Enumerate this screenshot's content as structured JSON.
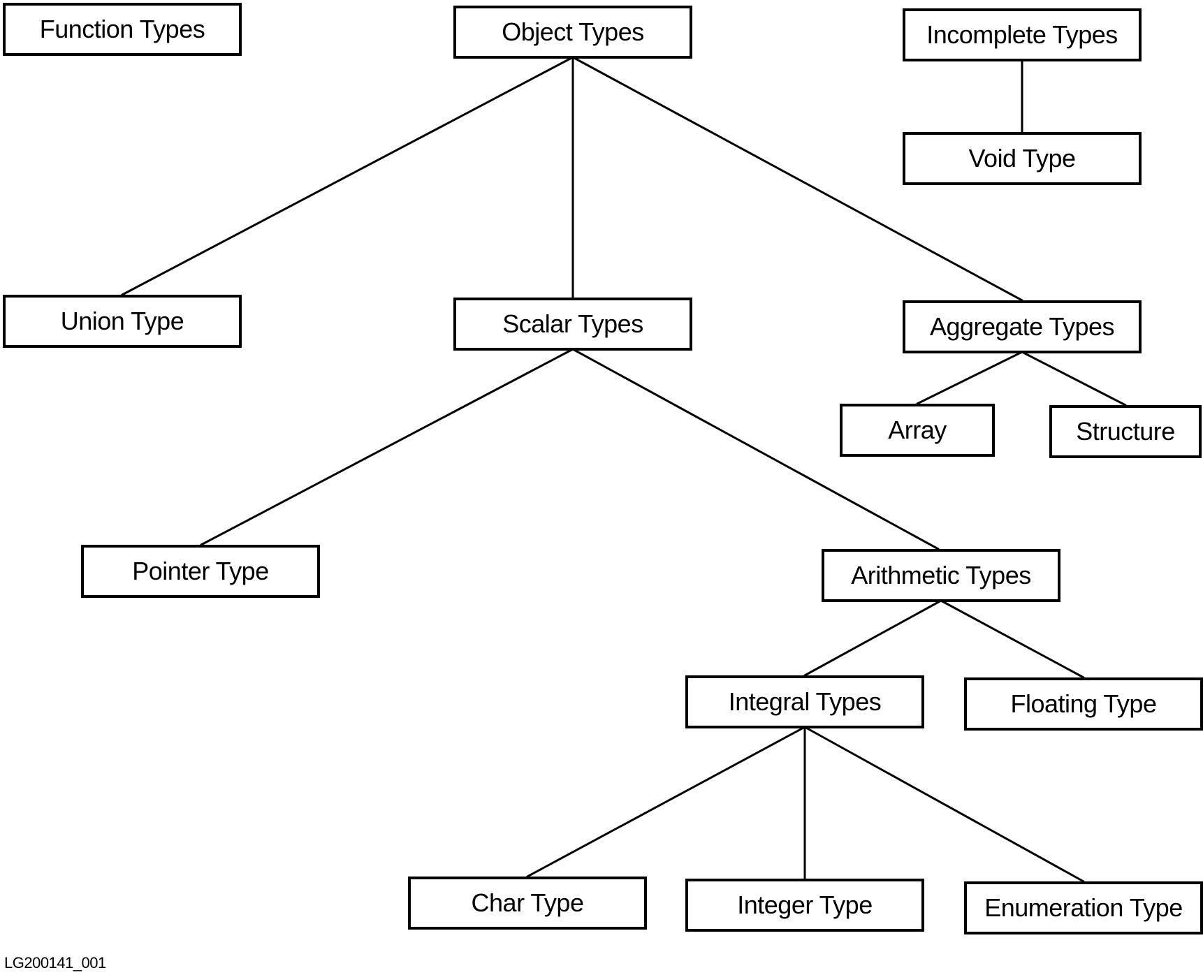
{
  "nodes": {
    "function_types": "Function Types",
    "object_types": "Object Types",
    "incomplete_types": "Incomplete Types",
    "void_type": "Void Type",
    "union_type": "Union Type",
    "scalar_types": "Scalar Types",
    "aggregate_types": "Aggregate Types",
    "array": "Array",
    "structure": "Structure",
    "pointer_type": "Pointer Type",
    "arithmetic_types": "Arithmetic Types",
    "integral_types": "Integral Types",
    "floating_type": "Floating Type",
    "char_type": "Char Type",
    "integer_type": "Integer Type",
    "enumeration_type": "Enumeration Type"
  },
  "edges": [
    [
      "object_types",
      "union_type"
    ],
    [
      "object_types",
      "scalar_types"
    ],
    [
      "object_types",
      "aggregate_types"
    ],
    [
      "incomplete_types",
      "void_type"
    ],
    [
      "scalar_types",
      "pointer_type"
    ],
    [
      "scalar_types",
      "arithmetic_types"
    ],
    [
      "aggregate_types",
      "array"
    ],
    [
      "aggregate_types",
      "structure"
    ],
    [
      "arithmetic_types",
      "integral_types"
    ],
    [
      "arithmetic_types",
      "floating_type"
    ],
    [
      "integral_types",
      "char_type"
    ],
    [
      "integral_types",
      "integer_type"
    ],
    [
      "integral_types",
      "enumeration_type"
    ]
  ],
  "figure_id": "LG200141_001"
}
